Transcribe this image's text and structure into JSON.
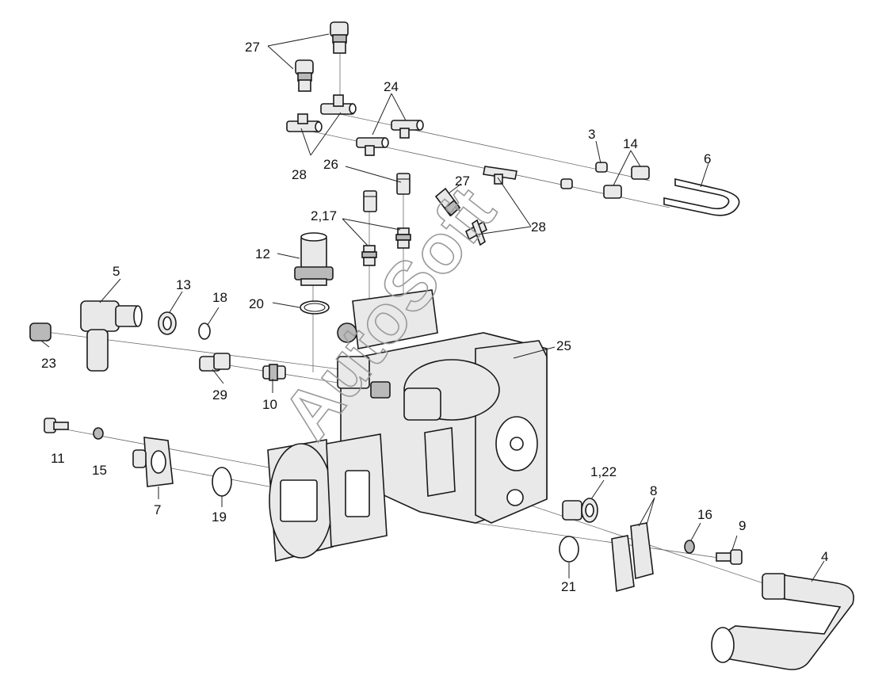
{
  "watermark": "AutoSoft",
  "callouts": [
    {
      "id": "c27a",
      "text": "27"
    },
    {
      "id": "c24",
      "text": "24"
    },
    {
      "id": "c28a",
      "text": "28"
    },
    {
      "id": "c26",
      "text": "26"
    },
    {
      "id": "c27b",
      "text": "27"
    },
    {
      "id": "c3",
      "text": "3"
    },
    {
      "id": "c14",
      "text": "14"
    },
    {
      "id": "c6",
      "text": "6"
    },
    {
      "id": "c28b",
      "text": "28"
    },
    {
      "id": "c217",
      "text": "2,17"
    },
    {
      "id": "c12",
      "text": "12"
    },
    {
      "id": "c5",
      "text": "5"
    },
    {
      "id": "c13",
      "text": "13"
    },
    {
      "id": "c18",
      "text": "18"
    },
    {
      "id": "c20",
      "text": "20"
    },
    {
      "id": "c23",
      "text": "23"
    },
    {
      "id": "c25",
      "text": "25"
    },
    {
      "id": "c29",
      "text": "29"
    },
    {
      "id": "c10",
      "text": "10"
    },
    {
      "id": "c11",
      "text": "11"
    },
    {
      "id": "c15",
      "text": "15"
    },
    {
      "id": "c7",
      "text": "7"
    },
    {
      "id": "c19",
      "text": "19"
    },
    {
      "id": "c122",
      "text": "1,22"
    },
    {
      "id": "c8",
      "text": "8"
    },
    {
      "id": "c16",
      "text": "16"
    },
    {
      "id": "c9",
      "text": "9"
    },
    {
      "id": "c4",
      "text": "4"
    },
    {
      "id": "c21",
      "text": "21"
    }
  ]
}
